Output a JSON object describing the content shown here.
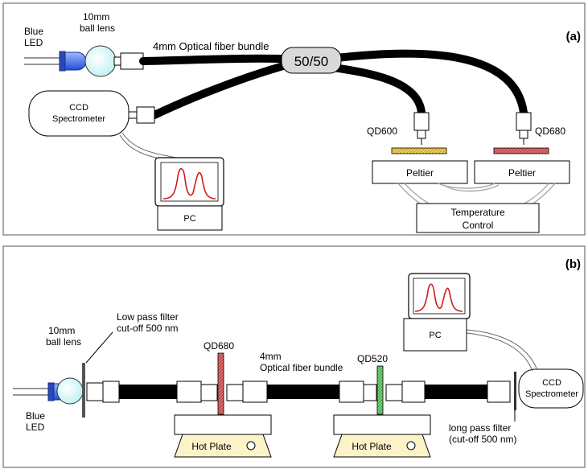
{
  "panel_a": {
    "tag": "(a)",
    "led_label_line1": "Blue",
    "led_label_line2": "LED",
    "lens_label_line1": "10mm",
    "lens_label_line2": "ball lens",
    "fiber_label": "4mm Optical fiber bundle",
    "splitter_label": "50/50",
    "spectrometer_line1": "CCD",
    "spectrometer_line2": "Spectrometer",
    "pc_label": "PC",
    "qd_left": "QD600",
    "qd_right": "QD680",
    "peltier_left": "Peltier",
    "peltier_right": "Peltier",
    "temp_line1": "Temperature",
    "temp_line2": "Control"
  },
  "panel_b": {
    "tag": "(b)",
    "lens_label_line1": "10mm",
    "lens_label_line2": "ball lens",
    "lowpass_line1": "Low pass filter",
    "lowpass_line2": "cut-off 500 nm",
    "led_label_line1": "Blue",
    "led_label_line2": "LED",
    "qd_left": "QD680",
    "qd_right": "QD520",
    "fiber_line1": "4mm",
    "fiber_line2": "Optical fiber bundle",
    "pc_label": "PC",
    "spectrometer_line1": "CCD",
    "spectrometer_line2": "Spectrometer",
    "longpass_line1": "long pass filter",
    "longpass_line2": "(cut-off 500 nm)",
    "hotplate_left": "Hot Plate",
    "hotplate_right": "Hot Plate"
  },
  "colors": {
    "led_blue": "#1f4fd8",
    "lens_cyan": "#bdf2f2",
    "qd600_yellow": "#f3cf55",
    "qd680_red": "#e06c6c",
    "qd520_green": "#76d07a",
    "hotplate_fill": "#fdf3c8",
    "peak_red": "#d21b1b"
  }
}
